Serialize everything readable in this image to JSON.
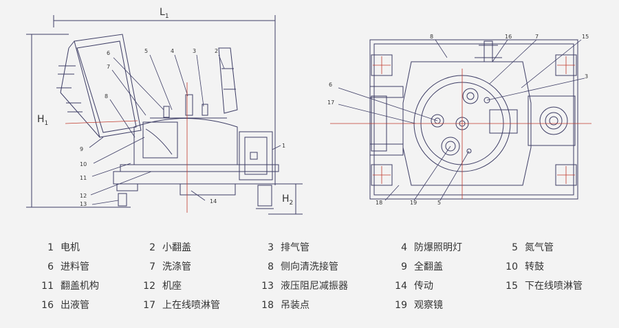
{
  "dimensions": {
    "L": "L",
    "L_sub": "1",
    "H1": "H",
    "H1_sub": "1",
    "H2": "H",
    "H2_sub": "2"
  },
  "side_view_callouts": [
    "6",
    "5",
    "4",
    "3",
    "2",
    "7",
    "8",
    "9",
    "10",
    "11",
    "12",
    "13",
    "14",
    "1"
  ],
  "top_view_callouts": [
    "8",
    "16",
    "7",
    "15",
    "3",
    "6",
    "17",
    "18",
    "19",
    "5"
  ],
  "legend": [
    {
      "num": "1",
      "label": "电机"
    },
    {
      "num": "2",
      "label": "小翻盖"
    },
    {
      "num": "3",
      "label": "排气管"
    },
    {
      "num": "4",
      "label": "防爆照明灯"
    },
    {
      "num": "5",
      "label": "氮气管"
    },
    {
      "num": "6",
      "label": "进料管"
    },
    {
      "num": "7",
      "label": "洗涤管"
    },
    {
      "num": "8",
      "label": "侧向清洗接管"
    },
    {
      "num": "9",
      "label": "全翻盖"
    },
    {
      "num": "10",
      "label": "转鼓"
    },
    {
      "num": "11",
      "label": "翻盖机构"
    },
    {
      "num": "12",
      "label": "机座"
    },
    {
      "num": "13",
      "label": "液压阻尼减振器"
    },
    {
      "num": "14",
      "label": "传动"
    },
    {
      "num": "15",
      "label": "下在线喷淋管"
    },
    {
      "num": "16",
      "label": "出液管"
    },
    {
      "num": "17",
      "label": "上在线喷淋管"
    },
    {
      "num": "18",
      "label": "吊装点"
    },
    {
      "num": "19",
      "label": "观察镜"
    }
  ],
  "colors": {
    "line": "#3c3c64",
    "center_line": "#c0392b",
    "text": "#333333",
    "background": "#f3f3f3"
  }
}
